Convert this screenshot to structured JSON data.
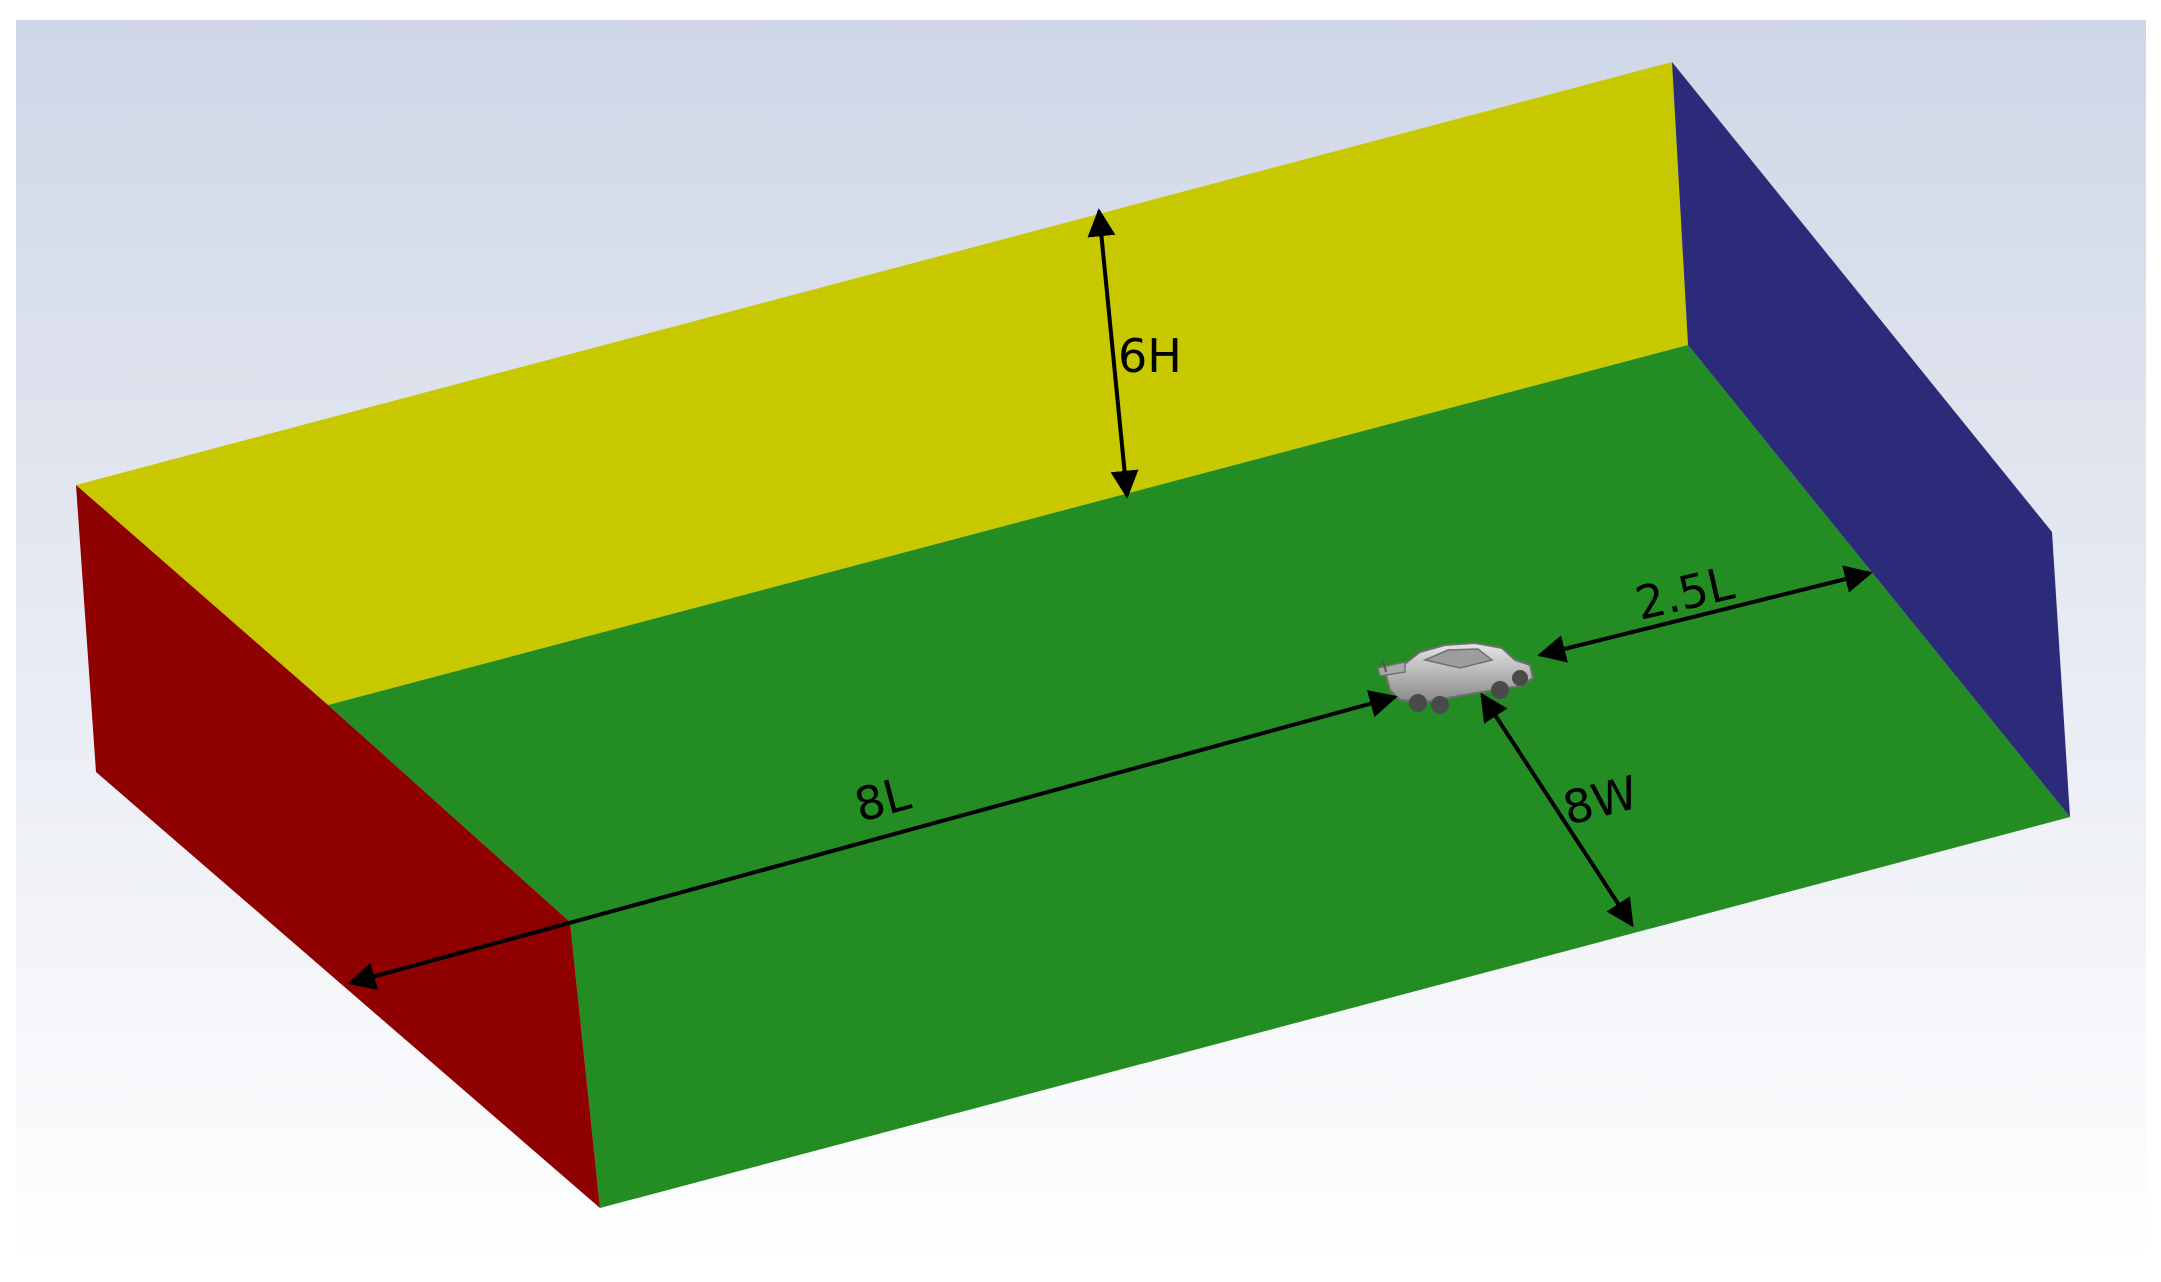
{
  "labels": {
    "height": "6H",
    "upstream": "8L",
    "downstream": "2.5L",
    "side": "8W"
  },
  "colors": {
    "background_top": "#cfd6e6",
    "background_bottom": "#ffffff",
    "inlet_face": "#8f0000",
    "back_wall": "#c8c800",
    "floor": "#238c23",
    "outlet_face": "#2b2b7a",
    "car_body": "#b9b9b9",
    "dimension_lines": "#000000"
  },
  "icons": {
    "vehicle": "race-car-model"
  }
}
